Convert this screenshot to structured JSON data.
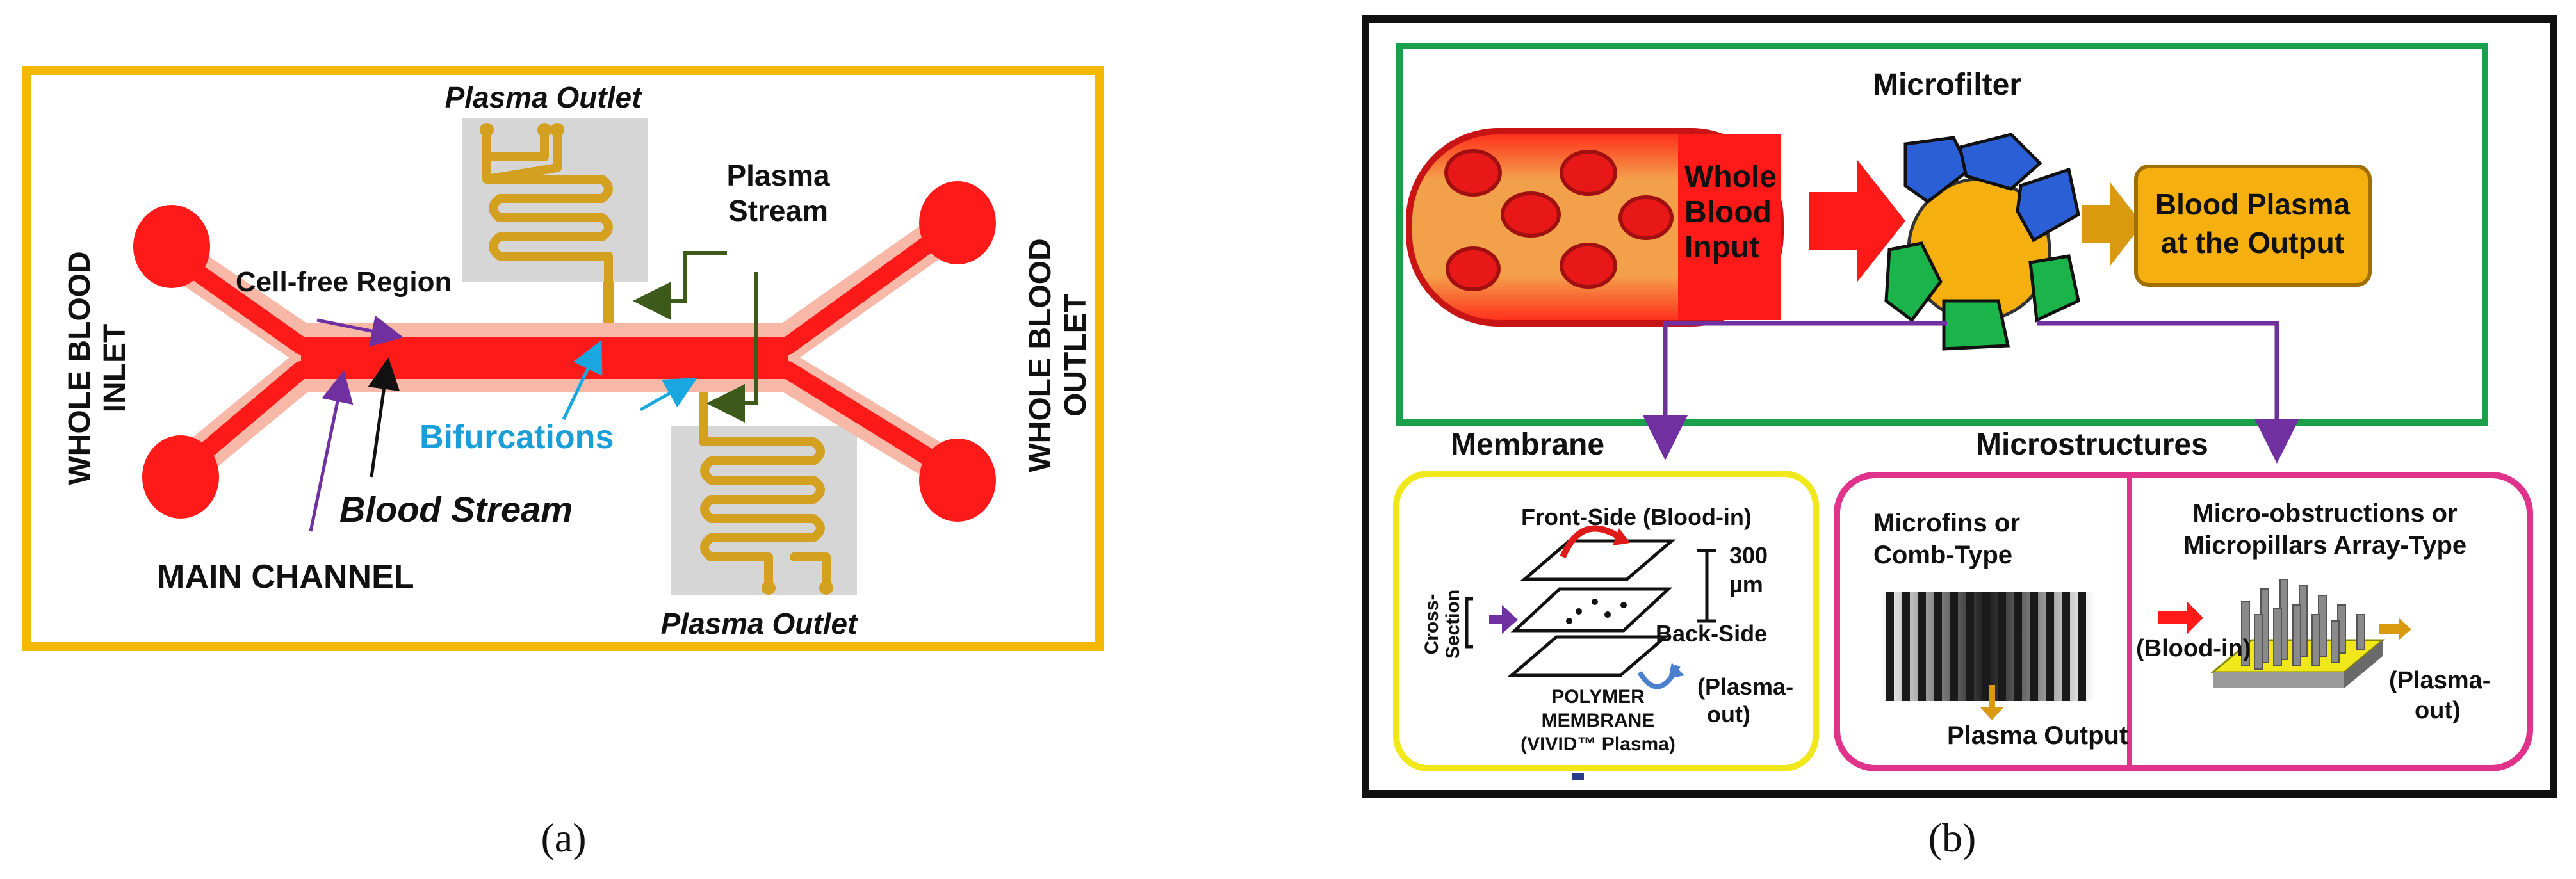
{
  "panel_a": {
    "caption": "(a)",
    "labels": {
      "plasma_outlet_top": "Plasma Outlet",
      "plasma_stream_1": "Plasma",
      "plasma_stream_2": "Stream",
      "cell_free_region": "Cell-free Region",
      "bifurcations": "Bifurcations",
      "blood_stream": "Blood Stream",
      "main_channel": "MAIN CHANNEL",
      "plasma_outlet_bottom": "Plasma Outlet",
      "inlet_1": "WHOLE BLOOD",
      "inlet_2": "INLET",
      "outlet_1": "WHOLE BLOOD",
      "outlet_2": "OUTLET"
    }
  },
  "panel_b": {
    "caption": "(b)",
    "microfilter_title": "Microfilter",
    "whole_blood_1": "Whole",
    "whole_blood_2": "Blood",
    "whole_blood_3": "Input",
    "blood_plasma_1": "Blood Plasma",
    "blood_plasma_2": "at the Output",
    "membrane_title": "Membrane",
    "microstructures_title": "Microstructures",
    "membrane": {
      "front_side": "Front-Side (Blood-in)",
      "dim_value": "300",
      "dim_unit": "µm",
      "back_side": "Back-Side",
      "plasma_out_1": "(Plasma-",
      "plasma_out_2": "out)",
      "cross_1": "Cross-",
      "cross_2": "Section",
      "polymer_1": "POLYMER",
      "polymer_2": "MEMBRANE",
      "polymer_3": "(VIVID™ Plasma)"
    },
    "microfins": {
      "title_1": "Microfins or",
      "title_2": "Comb-Type",
      "output": "Plasma Output"
    },
    "micropillars": {
      "title_1": "Micro-obstructions or",
      "title_2": "Micropillars Array-Type",
      "blood_in": "(Blood-in)",
      "plasma_out_1": "(Plasma-",
      "plasma_out_2": "out)"
    }
  },
  "colors": {
    "frame_a": "#f5b800",
    "blood_red": "#ff1a1a",
    "plasma_gold": "#d4a020",
    "green_frame": "#1aa04a",
    "purple_arrow": "#7030a0",
    "yellow_box": "#f0e81a",
    "pink_box": "#e0338c",
    "label_blue": "#1a9ed8"
  }
}
